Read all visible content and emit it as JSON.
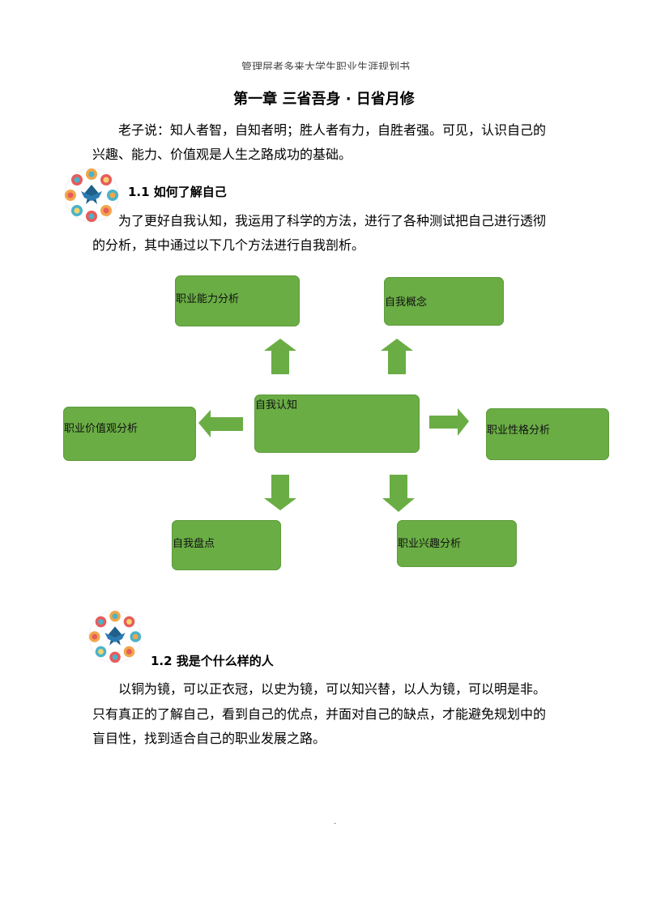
{
  "header": {
    "running_title": "管理层者多来大学生职业生涯规划书"
  },
  "chapter": {
    "title": "第一章 三省吾身 · 日省月修"
  },
  "intro": {
    "line1": "老子说：知人者智，自知者明；胜人者有力，自胜者强。可见，认识自己的",
    "line2": "兴趣、能力、价值观是人生之路成功的基础。"
  },
  "section1": {
    "title": "1.1 如何了解自己",
    "line1": "为了更好自我认知，我运用了科学的方法，进行了各种测试把自己进行透彻",
    "line2": "的分析，其中通过以下几个方法进行自我剖析。"
  },
  "diagram": {
    "center": "自我认知",
    "top_left": "职业能力分析",
    "top_right": "自我概念",
    "left": "职业价值观分析",
    "right": "职业性格分析",
    "bottom_left": "自我盘点",
    "bottom_right": "职业兴趣分析",
    "fill_color": "#6aad45"
  },
  "section2": {
    "title": "1.2 我是个什么样的人",
    "line1": "以铜为镜，可以正衣冠，以史为镜，可以知兴替，以人为镜，可以明是非。",
    "line2": "只有真正的了解自己，看到自己的优点，并面对自己的缺点，才能避免规划中的",
    "line3": "盲目性，找到适合自己的职业发展之路。"
  },
  "footer": {
    "mark": "-"
  }
}
